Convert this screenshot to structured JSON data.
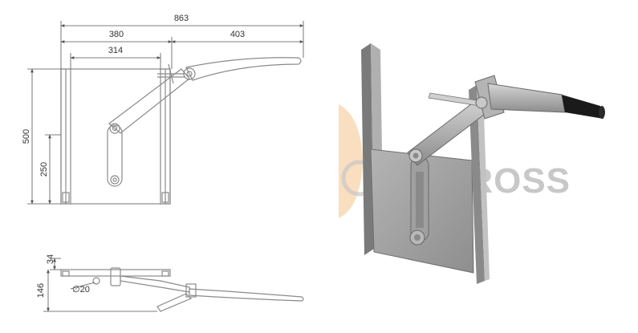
{
  "dimensions": {
    "total_width": "863",
    "left_width": "380",
    "right_width": "403",
    "inner_width": "314",
    "height": "500",
    "half_height": "250",
    "top_thickness": "34",
    "side_height": "146",
    "diameter": "∅20"
  },
  "watermark": {
    "text": "CARROSS"
  },
  "colors": {
    "line": "#8a8a8a",
    "dim_line": "#555555",
    "metal_front": "#a9a9a9",
    "metal_dark": "#6f6f6f",
    "metal_light": "#cfcfcf",
    "handle_grip": "#1a1a1a",
    "watermark_orange": "#f4c28a"
  }
}
